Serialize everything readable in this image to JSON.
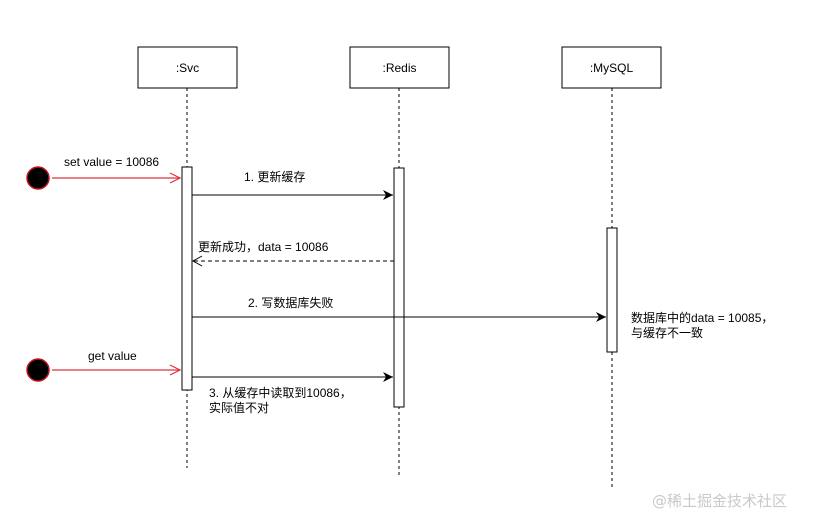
{
  "participants": [
    {
      "id": "svc",
      "label": ":Svc"
    },
    {
      "id": "redis",
      "label": ":Redis"
    },
    {
      "id": "mysql",
      "label": ":MySQL"
    }
  ],
  "triggers": [
    {
      "label": "set value = 10086"
    },
    {
      "label": "get value"
    }
  ],
  "messages": [
    {
      "label": "1. 更新缓存"
    },
    {
      "label": "更新成功，data = 10086"
    },
    {
      "label": "2. 写数据库失败"
    },
    {
      "label_lines": [
        "3. 从缓存中读取到10086，",
        "实际值不对"
      ]
    }
  ],
  "notes": {
    "mysql_note": [
      "数据库中的data = 10085，",
      "与缓存不一致"
    ]
  },
  "watermark": "@稀土掘金技术社区",
  "colors": {
    "trigger_arrow": "#e0313f",
    "line": "#000000",
    "initial_node": "#000000",
    "trigger_ring": "#c0141e"
  }
}
